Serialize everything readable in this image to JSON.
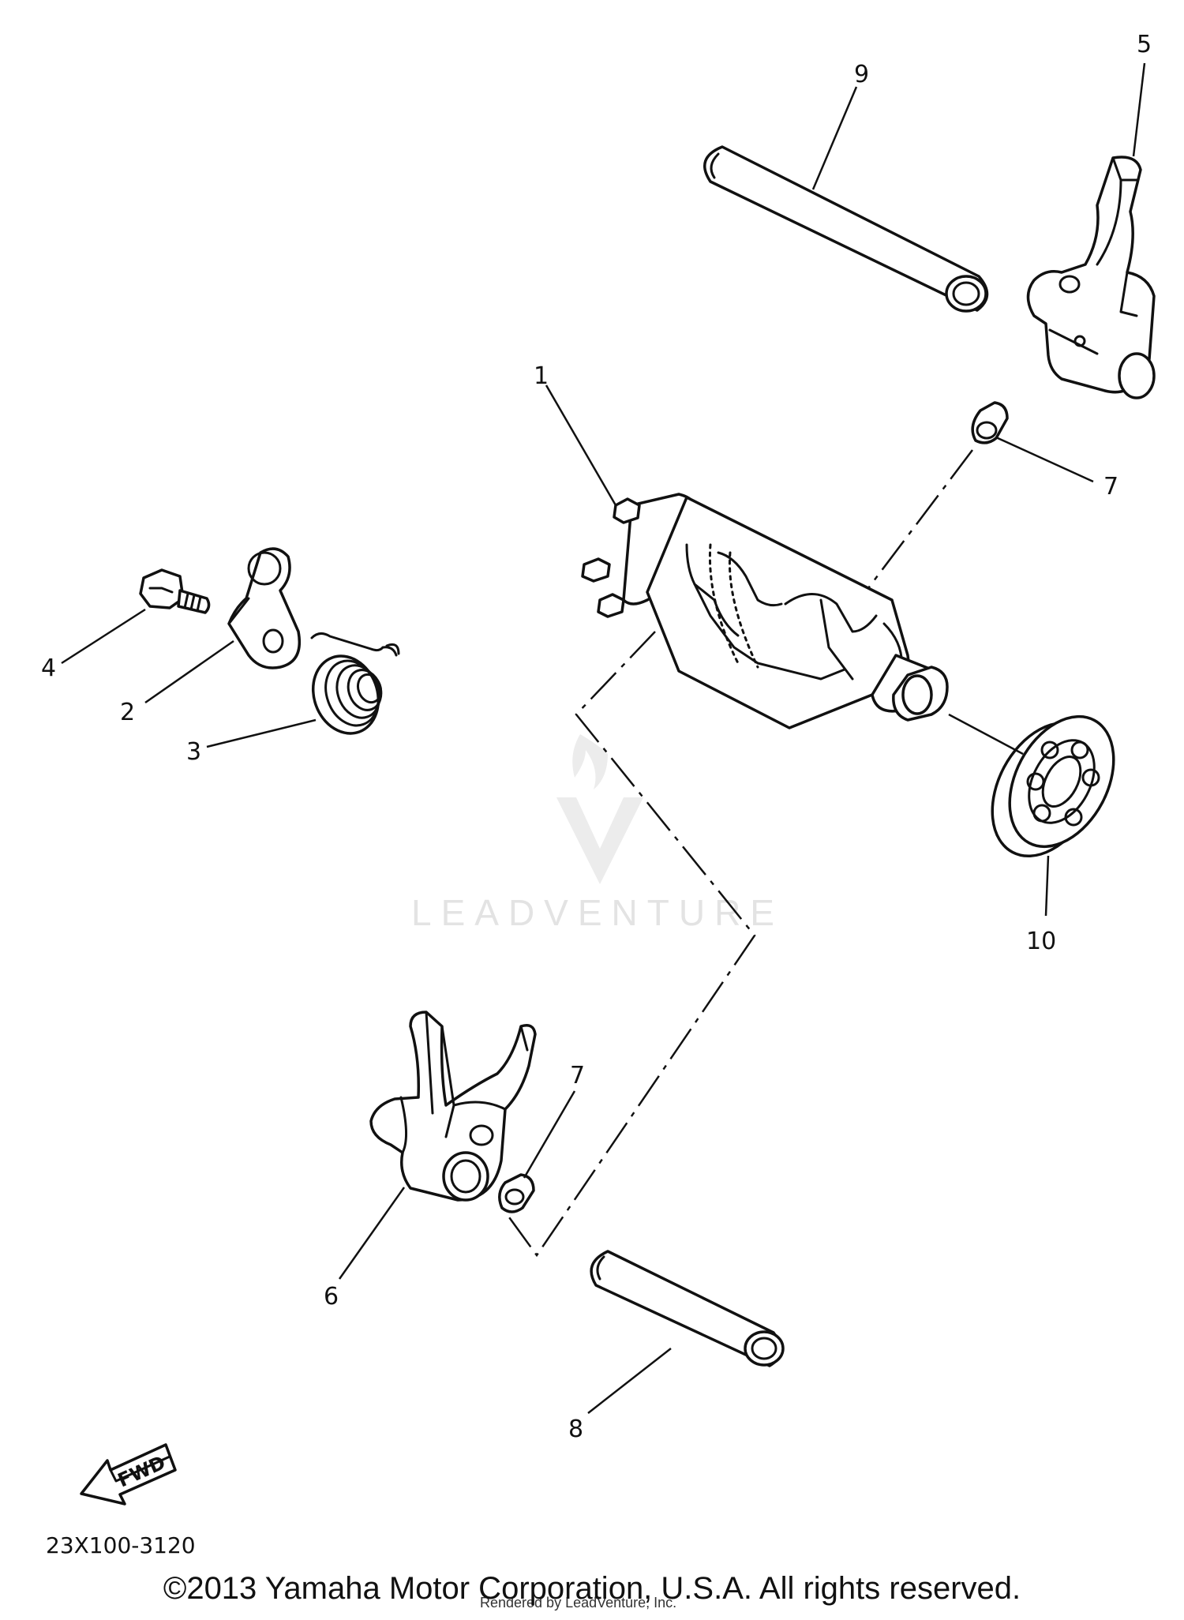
{
  "callouts": {
    "n1": "1",
    "n2": "2",
    "n3": "3",
    "n4": "4",
    "n5": "5",
    "n6": "6",
    "n7_upper": "7",
    "n7_lower": "7",
    "n8": "8",
    "n9": "9",
    "n10": "10"
  },
  "fwd_label": "FWD",
  "part_code": "23X100-3120",
  "watermark": "LEADVENTURE",
  "render_credit": "Rendered by LeadVenture, Inc.",
  "copyright": "©2013 Yamaha Motor Corporation, U.S.A. All rights reserved.",
  "colors": {
    "ink": "#111111",
    "watermark": "#e3e3e3",
    "background": "#ffffff"
  }
}
